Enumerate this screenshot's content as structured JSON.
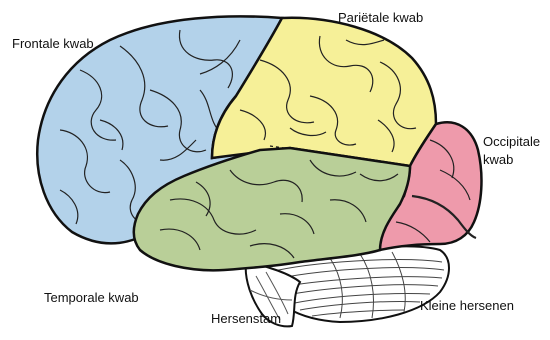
{
  "labels": {
    "frontal": "Frontale kwab",
    "parietal": "Pariëtale kwab",
    "occipital_line1": "Occipitale",
    "occipital_line2": "kwab",
    "temporal": "Temporale kwab",
    "brainstem": "Hersenstam",
    "cerebellum": "Kleine hersenen"
  },
  "colors": {
    "frontal": "#b3d2ea",
    "parietal": "#f6f098",
    "occipital": "#ee9aab",
    "temporal": "#b9cf98",
    "cerebellum": "#ffffff",
    "brainstem": "#ffffff",
    "outline": "#111111"
  }
}
